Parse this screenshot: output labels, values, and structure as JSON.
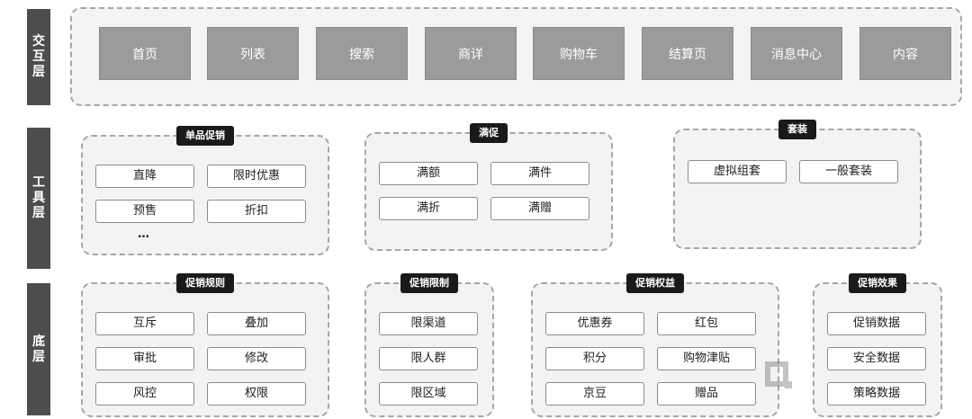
{
  "layers": {
    "interaction": "交互层",
    "tool": "工具层",
    "base": "底层"
  },
  "interaction_items": [
    "首页",
    "列表",
    "搜索",
    "商详",
    "购物车",
    "结算页",
    "消息中心",
    "内容"
  ],
  "tool_groups": {
    "single": {
      "title": "单品促销",
      "items": [
        "直降",
        "限时优惠",
        "预售",
        "折扣"
      ],
      "ellipsis": "…"
    },
    "full": {
      "title": "满促",
      "items": [
        "满额",
        "满件",
        "满折",
        "满赠"
      ]
    },
    "bundle": {
      "title": "套装",
      "items": [
        "虚拟组套",
        "一般套装"
      ]
    }
  },
  "base_groups": {
    "rules": {
      "title": "促销规则",
      "items": [
        "互斥",
        "叠加",
        "审批",
        "修改",
        "风控",
        "权限"
      ]
    },
    "limits": {
      "title": "促销限制",
      "items": [
        "限渠道",
        "限人群",
        "限区域"
      ]
    },
    "benefits": {
      "title": "促销权益",
      "items": [
        "优惠券",
        "红包",
        "积分",
        "购物津贴",
        "京豆",
        "赠品"
      ]
    },
    "effects": {
      "title": "促销效果",
      "items": [
        "促销数据",
        "安全数据",
        "策略数据"
      ]
    }
  }
}
